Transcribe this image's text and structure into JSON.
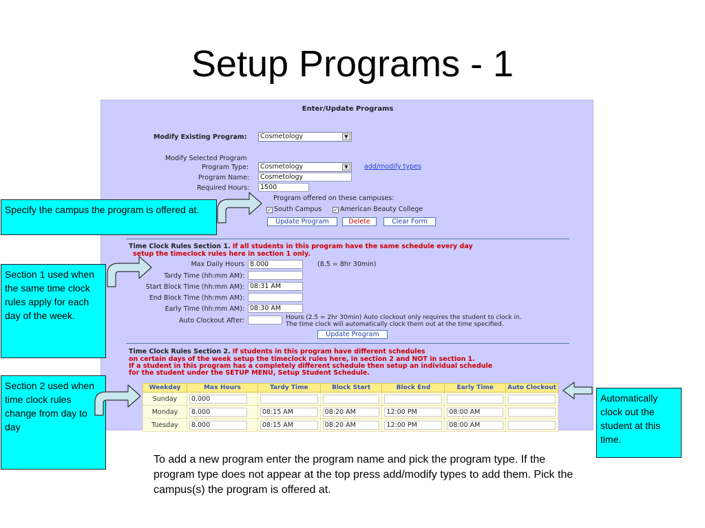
{
  "slide": {
    "title": "Setup Programs - 1",
    "note": "To add a new program enter the program name and pick the program type.  If the program type does not appear at the top press add/modify types to add them. Pick the campus(s)  the program is offered at."
  },
  "callouts": {
    "campus": "Specify the campus the program is offered at.",
    "section1": "Section 1 used when the same time clock rules apply for each day of the week.",
    "section2": "Section 2 used when time clock rules change from day to day",
    "auto": "Automatically clock out the student at this time."
  },
  "form": {
    "heading": "Enter/Update Programs",
    "modify_existing_label": "Modify Existing Program:",
    "modify_existing_value": "Cosmetology",
    "modify_selected_label": "Modify Selected Program",
    "program_type_label": "Program Type:",
    "program_type_value": "Cosmetology",
    "add_modify_types": "add/modify types",
    "program_name_label": "Program Name:",
    "program_name_value": "Cosmetology",
    "required_hours_label": "Required Hours:",
    "required_hours_value": "1500",
    "campuses_label": "Program offered on these campuses:",
    "campus_1": "South Campus",
    "campus_2": "American Beauty College",
    "update_program": "Update Program",
    "delete": "Delete",
    "clear_form": "Clear Form"
  },
  "section1": {
    "title": "Time Clock Rules Section 1.",
    "desc_a": "If all students in this program have the same schedule every day",
    "desc_b": "setup the timeclock rules here in section 1 only.",
    "max_daily_label": "Max Daily Hours",
    "max_daily_value": "8.000",
    "max_daily_hint": "(8.5 = 8hr 30min)",
    "tardy_label": "Tardy Time (hh:mm AM):",
    "tardy_value": "",
    "start_block_label": "Start Block Time (hh:mm AM):",
    "start_block_value": "08:31 AM",
    "end_block_label": "End Block Time (hh:mm AM):",
    "end_block_value": "",
    "early_label": "Early Time (hh:mm AM):",
    "early_value": "08:30 AM",
    "auto_clockout_label": "Auto Clockout After:",
    "auto_clockout_value": "",
    "auto_hint_a": "Hours (2.5 = 2hr 30min) Auto clockout only requires the student to clock in.",
    "auto_hint_b": "The time clock will automatically clock them out at the time specified.",
    "update_program": "Update Program"
  },
  "section2": {
    "title": "Time Clock Rules Section 2.",
    "desc_a": "If students in this program have different schedules",
    "desc_b": "on certain days of the week setup the timeclock rules here, in section 2 and NOT in section 1.",
    "desc_c": "If a student in this program has a completely different schedule then setup an individual schedule",
    "desc_d": "for the student under the SETUP MENU, Setup Student Schedule.",
    "columns": [
      "Weekday",
      "Max Hours",
      "Tardy Time",
      "Block Start",
      "Block End",
      "Early Time",
      "Auto Clockout"
    ],
    "rows": [
      [
        "Sunday",
        "0.000",
        "",
        "",
        "",
        "",
        ""
      ],
      [
        "Monday",
        "8.000",
        "08:15 AM",
        "08:20 AM",
        "12:00 PM",
        "08:00 AM",
        ""
      ],
      [
        "Tuesday",
        "8.000",
        "08:15 AM",
        "08:20 AM",
        "12:00 PM",
        "08:00 AM",
        ""
      ]
    ]
  },
  "colors": {
    "callout": "#00ffff",
    "panel": "#ccccff",
    "header_row": "#ffee88",
    "alert_text": "#cc0000"
  }
}
